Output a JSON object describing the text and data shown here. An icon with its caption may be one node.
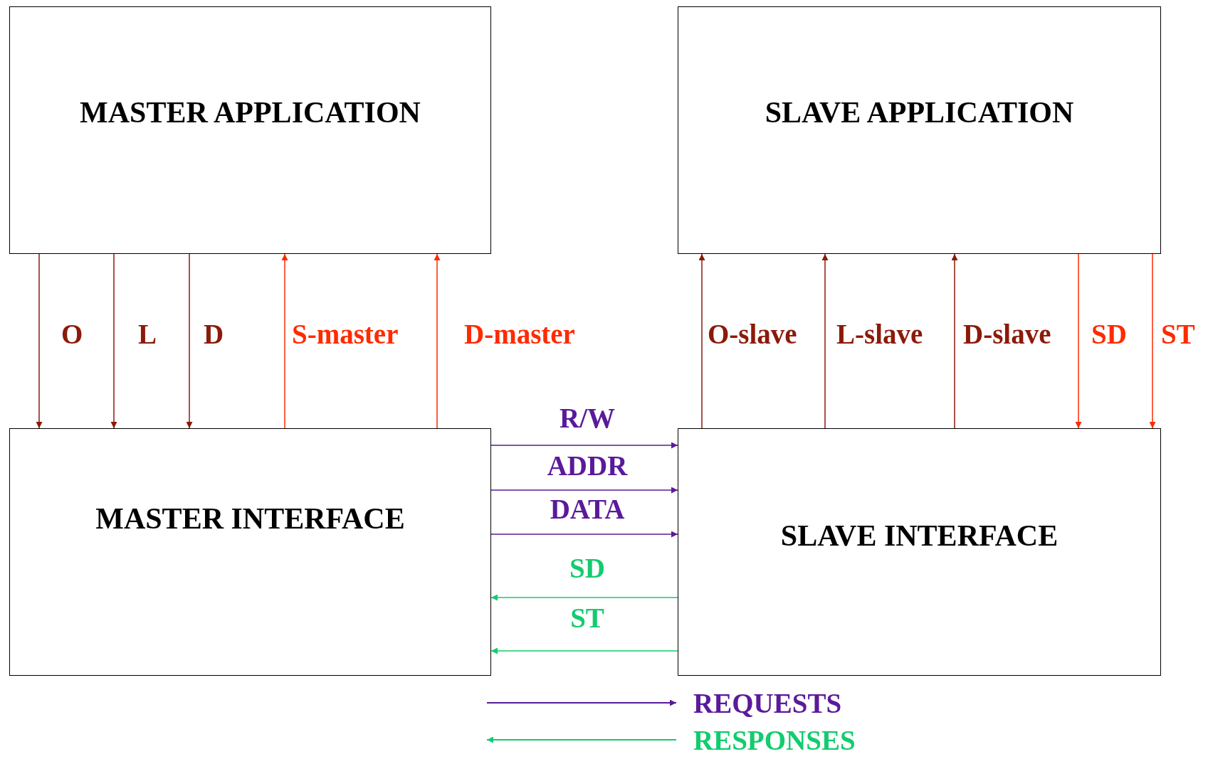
{
  "diagram": {
    "nodes": [
      {
        "text": [
          "MASTER APPLICATION"
        ]
      },
      {
        "text": [
          "SLAVE APPLICATION"
        ]
      },
      {
        "text": [
          "MASTER INTERFACE"
        ]
      },
      {
        "text": [
          "SLAVE INTERFACE"
        ]
      }
    ],
    "edges": [
      {
        "from": 0,
        "to": 2,
        "arrow": "to",
        "label": "O"
      },
      {
        "from": 0,
        "to": 2,
        "arrow": "to",
        "label": "L"
      },
      {
        "from": 0,
        "to": 2,
        "arrow": "to",
        "label": "D"
      },
      {
        "from": 2,
        "to": 0,
        "arrow": "to",
        "label": "S-master",
        "color": "#ff2a00"
      },
      {
        "from": 2,
        "to": 0,
        "arrow": "to",
        "label": "D-master",
        "color": "#ff2a00"
      },
      {
        "from": 3,
        "to": 1,
        "arrow": "to",
        "label": "O-slave"
      },
      {
        "from": 3,
        "to": 1,
        "arrow": "to",
        "label": "L-slave"
      },
      {
        "from": 3,
        "to": 1,
        "arrow": "to",
        "label": "D-slave"
      },
      {
        "from": 1,
        "to": 3,
        "arrow": "to",
        "label": "SD",
        "color": "#ff2a00"
      },
      {
        "from": 1,
        "to": 3,
        "arrow": "to",
        "label": "ST",
        "color": "#ff2a00"
      },
      {
        "from": 2,
        "to": 3,
        "arrow": "to",
        "label": "R/W",
        "color": "#5a1a9a"
      },
      {
        "from": 2,
        "to": 3,
        "arrow": "to",
        "label": "ADDR",
        "color": "#5a1a9a"
      },
      {
        "from": 2,
        "to": 3,
        "arrow": "to",
        "label": "DATA",
        "color": "#5a1a9a"
      },
      {
        "from": 3,
        "to": 2,
        "arrow": "to",
        "label": "SD",
        "color": "#12cc6e"
      },
      {
        "from": 3,
        "to": 2,
        "arrow": "to",
        "label": "ST",
        "color": "#12cc6e"
      }
    ],
    "legend": [
      {
        "text": "REQUESTS"
      },
      {
        "text": "RESPONSES"
      }
    ]
  }
}
